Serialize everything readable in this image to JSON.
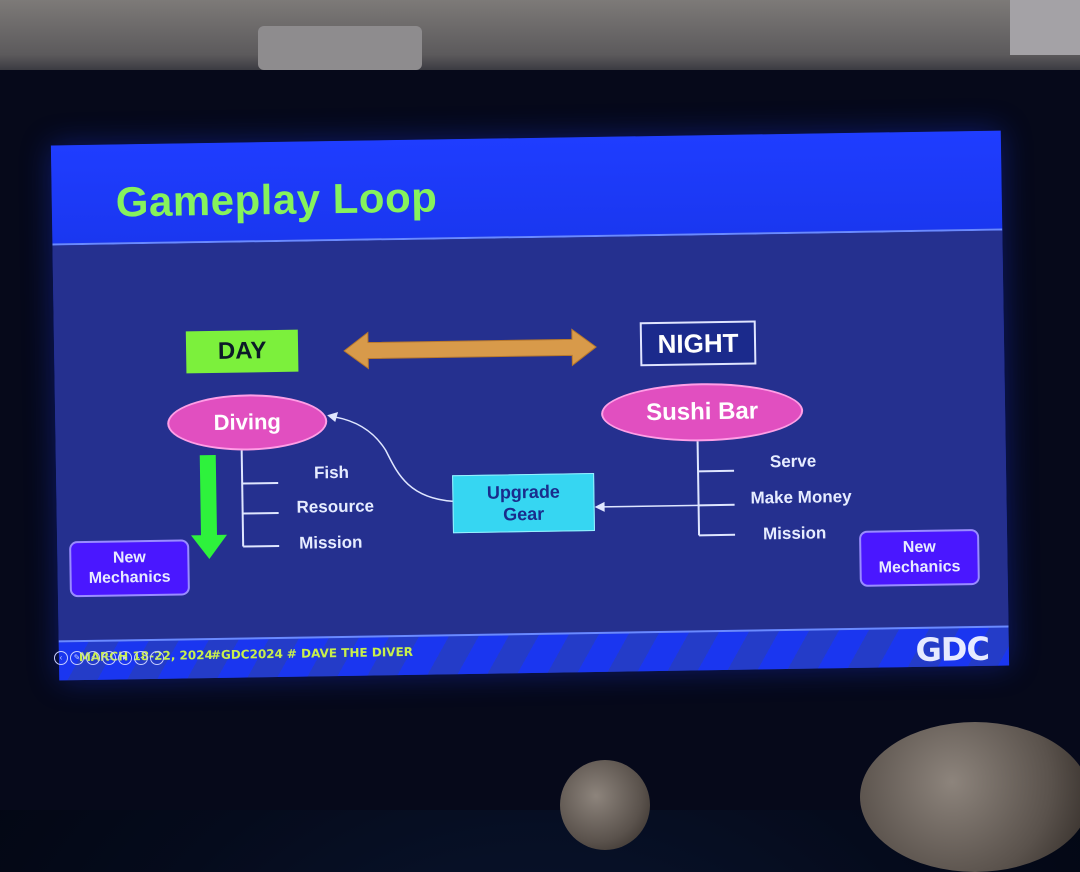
{
  "slide": {
    "title": "Gameplay Loop",
    "day_label": "DAY",
    "night_label": "NIGHT",
    "diving_label": "Diving",
    "sushi_bar_label": "Sushi Bar",
    "day_items": [
      "Fish",
      "Resource",
      "Mission"
    ],
    "night_items": [
      "Serve",
      "Make Money",
      "Mission"
    ],
    "upgrade_gear": [
      "Upgrade",
      "Gear"
    ],
    "new_mechanics_left": [
      "New",
      "Mechanics"
    ],
    "new_mechanics_right": [
      "New",
      "Mechanics"
    ],
    "footer": {
      "date": "MARCH 18-22, 2024",
      "hashtag": "#GDC2024",
      "game": "# DAVE THE DIVER",
      "logo": "GDC"
    }
  },
  "colors": {
    "slide_bg": "#1f2fb2",
    "title_text": "#86f25c",
    "day_box": "#7cf03c",
    "night_box": "#1b2a8c",
    "ellipse": "#e14fc0",
    "double_arrow": "#d89a4a",
    "green_arrow": "#2ef23c",
    "upgrade_box": "#36d6f2",
    "mechanics_box": "#4a17ff"
  },
  "icons": [
    "double-arrow-icon",
    "down-arrow-icon",
    "presentation-controls-icons"
  ]
}
